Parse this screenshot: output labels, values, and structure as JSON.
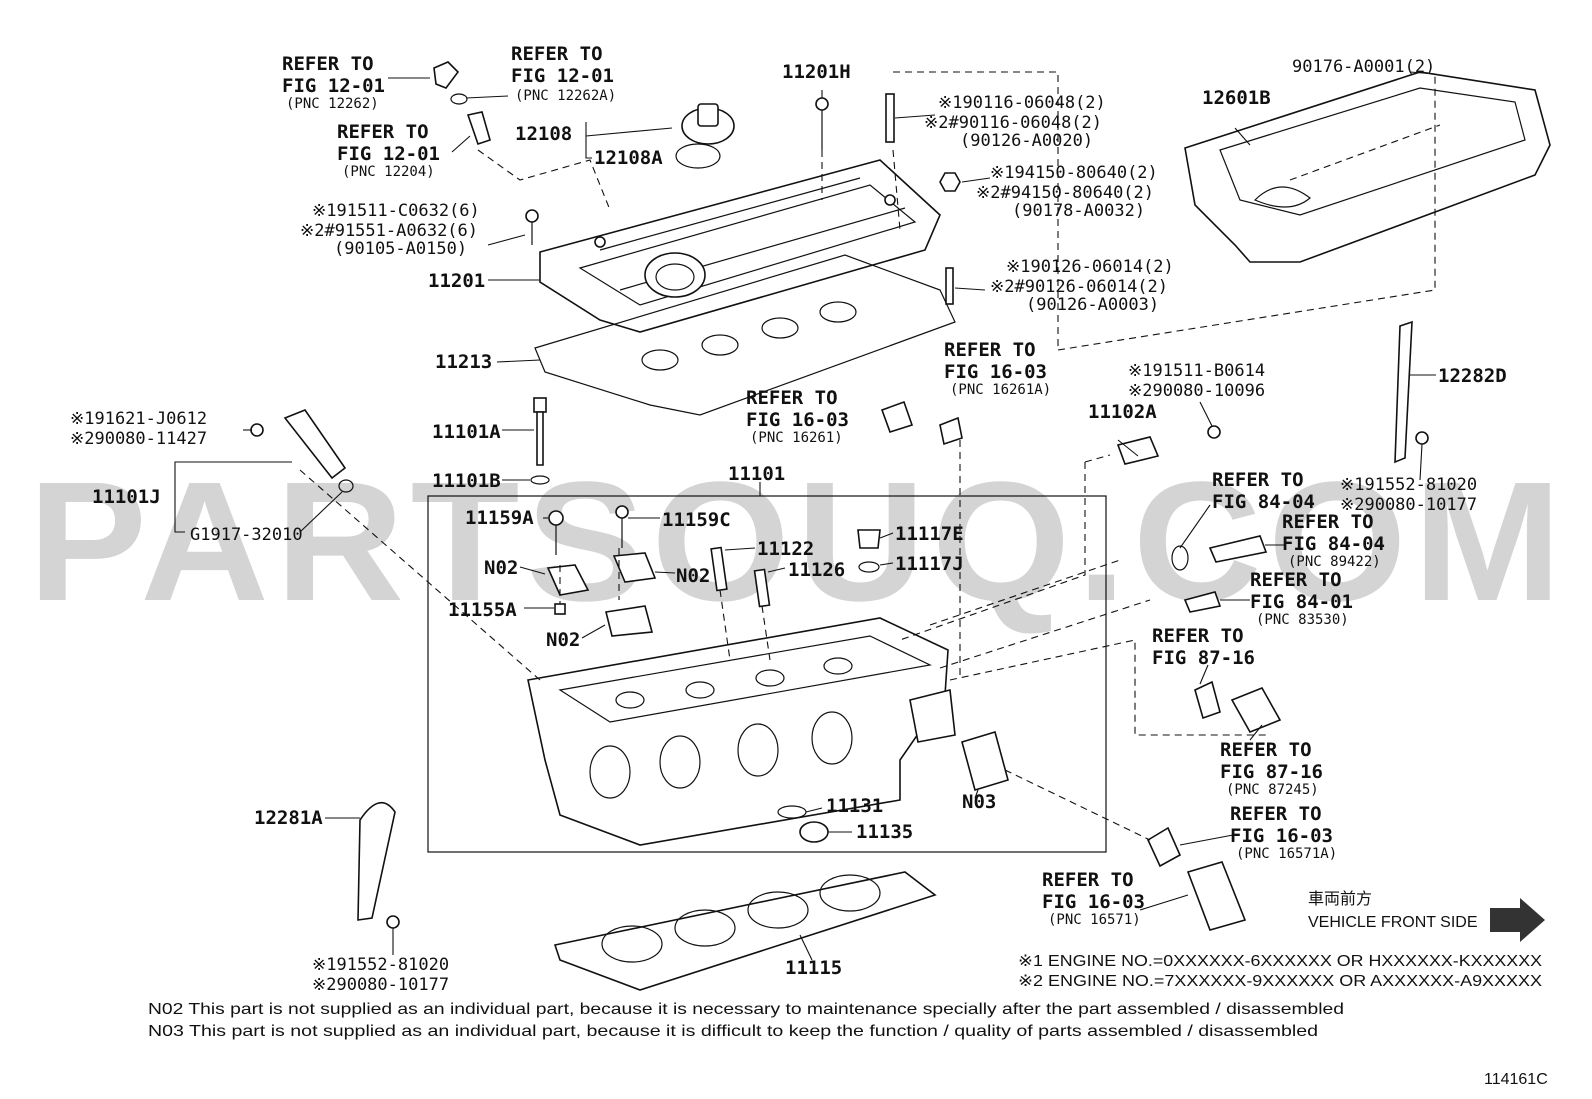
{
  "watermark": "PARTSOUQ.COM",
  "figure_code": "114161C",
  "callouts": {
    "c11201H": "11201H",
    "c12108": "12108",
    "c12108A": "12108A",
    "c12601B": "12601B",
    "c11201": "11201",
    "c11213": "11213",
    "c11101A": "11101A",
    "c11101B": "11101B",
    "c11101": "11101",
    "c11101J": "11101J",
    "c11102A": "11102A",
    "c12282D": "12282D",
    "c11159A": "11159A",
    "c11159C": "11159C",
    "c11122": "11122",
    "c11126": "11126",
    "c11117E": "11117E",
    "c11117J": "11117J",
    "c11155A": "11155A",
    "n02a": "N02",
    "n02b": "N02",
    "n02c": "N02",
    "n03": "N03",
    "c11131": "11131",
    "c11135": "11135",
    "c12281A": "12281A",
    "c11115": "11115"
  },
  "references": {
    "r1": {
      "l1": "REFER TO",
      "l2": "FIG 12-01",
      "pnc": "(PNC 12262)"
    },
    "r2": {
      "l1": "REFER TO",
      "l2": "FIG 12-01",
      "pnc": "(PNC 12262A)"
    },
    "r3": {
      "l1": "REFER TO",
      "l2": "FIG 12-01",
      "pnc": "(PNC 12204)"
    },
    "r4": {
      "l1": "REFER TO",
      "l2": "FIG 16-03",
      "pnc": "(PNC 16261A)"
    },
    "r5": {
      "l1": "REFER TO",
      "l2": "FIG 16-03",
      "pnc": "(PNC 16261)"
    },
    "r6": {
      "l1": "REFER TO",
      "l2": "FIG 84-04"
    },
    "r7": {
      "l1": "REFER TO",
      "l2": "FIG 84-04",
      "pnc": "(PNC 89422)"
    },
    "r8": {
      "l1": "REFER TO",
      "l2": "FIG 84-01",
      "pnc": "(PNC 83530)"
    },
    "r9": {
      "l1": "REFER TO",
      "l2": "FIG 87-16"
    },
    "r10": {
      "l1": "REFER TO",
      "l2": "FIG 87-16",
      "pnc": "(PNC 87245)"
    },
    "r11": {
      "l1": "REFER TO",
      "l2": "FIG 16-03",
      "pnc": "(PNC 16571A)"
    },
    "r12": {
      "l1": "REFER TO",
      "l2": "FIG 16-03",
      "pnc": "(PNC 16571)"
    }
  },
  "part_numbers": {
    "p90176": "90176-A0001(2)",
    "s1a": "※191511-C0632(6)",
    "s1b": "※2#91551-A0632(6)",
    "s1c": "(90105-A0150)",
    "s2a": "※190116-06048(2)",
    "s2b": "※2#90116-06048(2)",
    "s2c": "(90126-A0020)",
    "s3a": "※194150-80640(2)",
    "s3b": "※2#94150-80640(2)",
    "s3c": "(90178-A0032)",
    "s4a": "※190126-06014(2)",
    "s4b": "※2#90126-06014(2)",
    "s4c": "(90126-A0003)",
    "s5a": "※191511-B0614",
    "s5b": "※290080-10096",
    "s6a": "※191621-J0612",
    "s6b": "※290080-11427",
    "s7a": "※191552-81020",
    "s7b": "※290080-10177",
    "s8a": "※191552-81020",
    "s8b": "※290080-10177",
    "g1917": "G1917-32010"
  },
  "front": {
    "jp": "車両前方",
    "en": "VEHICLE FRONT SIDE"
  },
  "engine_notes": {
    "e1": "※1 ENGINE NO.=0XXXXXX-6XXXXXX OR HXXXXXX-KXXXXXX",
    "e2": "※2 ENGINE NO.=7XXXXXX-9XXXXXX OR AXXXXXX-A9XXXXX"
  },
  "footnotes": {
    "n02": "N02 This part is not supplied as an individual part, because it is necessary to maintenance specially after the part assembled / disassembled",
    "n03": "N03 This part is not supplied as an individual part, because it is difficult to keep the function / quality of parts  assembled / disassembled"
  }
}
